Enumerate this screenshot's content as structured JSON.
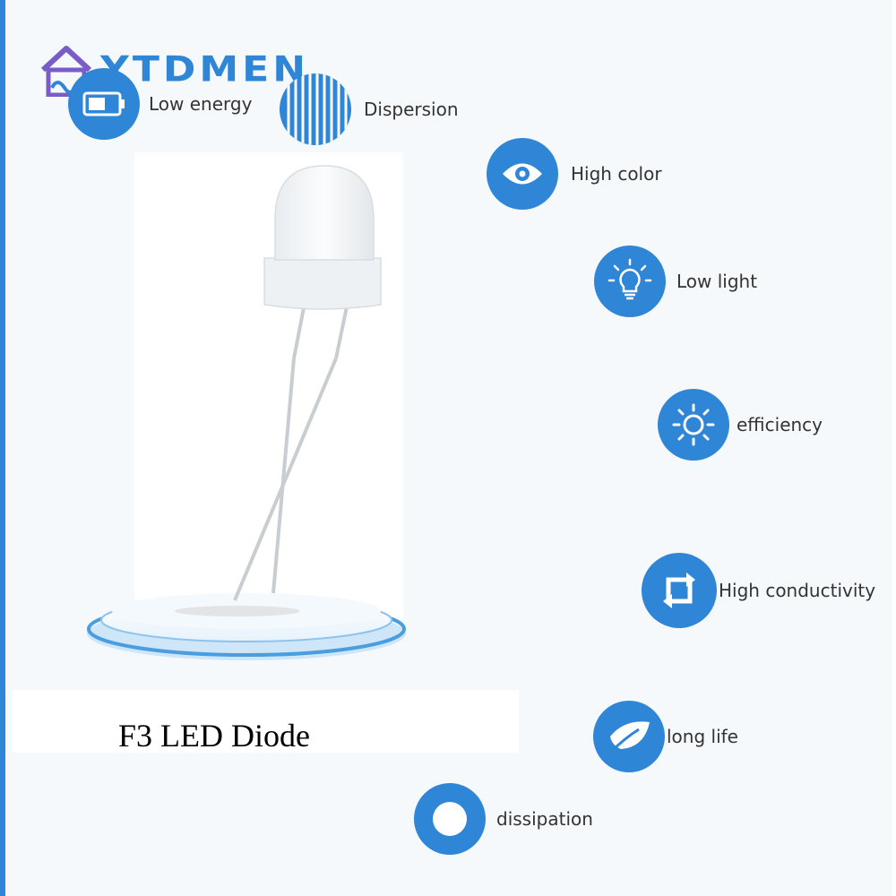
{
  "brand": {
    "name": "YTDMEN"
  },
  "features": [
    {
      "label": "Low energy",
      "icon": "battery-icon"
    },
    {
      "label": "Dispersion",
      "icon": "stripes-icon"
    },
    {
      "label": "High color",
      "icon": "eye-icon"
    },
    {
      "label": "Low light",
      "icon": "lightbulb-icon"
    },
    {
      "label": "efficiency",
      "icon": "sun-icon"
    },
    {
      "label": "High conductivity",
      "icon": "refresh-icon"
    },
    {
      "label": "long life",
      "icon": "leaf-icon"
    },
    {
      "label": "dissipation",
      "icon": "ring-icon"
    }
  ],
  "product": {
    "caption": "F3 LED Diode"
  },
  "colors": {
    "accent": "#2f86d6",
    "text": "#333333",
    "background": "#f6f9fc"
  }
}
